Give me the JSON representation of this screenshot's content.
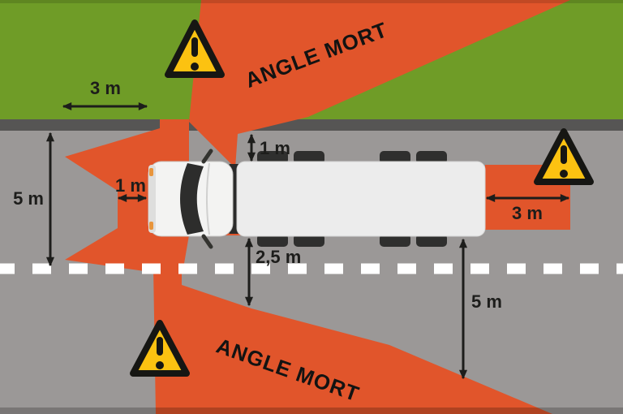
{
  "diagram": {
    "title": "Truck blind spot diagram (top view)",
    "labels": {
      "angle_mort_top": "ANGLE MORT",
      "angle_mort_bottom": "ANGLE MORT",
      "grass_width": "3 m",
      "left_zone": "5 m",
      "front_gap": "1 m",
      "top_gap": "1 m",
      "bottom_gap": "2,5 m",
      "rear_zone": "3 m",
      "bottom_zone": "5 m"
    },
    "icons": {
      "warning_triangle": "warning-triangle-icon",
      "count": 3
    },
    "colors": {
      "blind_spot_orange": "#e1552b",
      "grass_green": "#6f9c27",
      "road_gray": "#9b9897",
      "curb_gray": "#565554",
      "warning_yellow": "#fcc211",
      "ink_black": "#1d1d1b",
      "truck_body": "#ececec",
      "lane_marking": "#ffffff"
    }
  }
}
